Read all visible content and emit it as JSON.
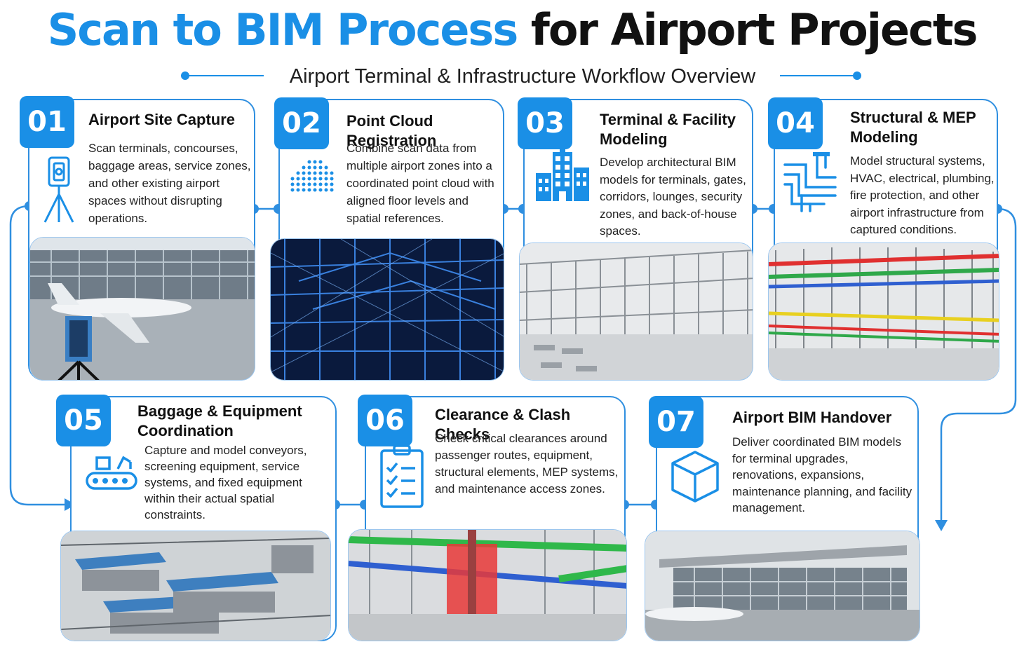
{
  "title": {
    "part1": "Scan to BIM Process",
    "part2": "for Airport Projects"
  },
  "subtitle": "Airport Terminal & Infrastructure Workflow Overview",
  "colors": {
    "accent": "#1a8fe6",
    "border": "#2f8fe0",
    "text": "#111111"
  },
  "steps": [
    {
      "number": "01",
      "title": "Airport Site Capture",
      "description": "Scan terminals, concourses, baggage areas, service zones, and other existing airport spaces without disrupting operations.",
      "icon": "laser-scanner-tripod-icon"
    },
    {
      "number": "02",
      "title": "Point Cloud Registration",
      "description": "Combine scan data from multiple airport zones into a coordinated point cloud with aligned floor levels and spatial references.",
      "icon": "point-cloud-icon"
    },
    {
      "number": "03",
      "title": "Terminal & Facility Modeling",
      "description": "Develop architectural BIM models for terminals, gates, corridors, lounges, security zones, and back-of-house spaces.",
      "icon": "building-icon"
    },
    {
      "number": "04",
      "title": "Structural & MEP Modeling",
      "description": "Model structural systems, HVAC, electrical, plumbing, fire protection, and other airport infrastructure from captured conditions.",
      "icon": "mep-piping-icon"
    },
    {
      "number": "05",
      "title": "Baggage & Equipment Coordination",
      "description": "Capture and model conveyors, screening equipment, service systems, and fixed equipment within their actual spatial constraints.",
      "icon": "conveyor-icon"
    },
    {
      "number": "06",
      "title": "Clearance & Clash Checks",
      "description": "Check critical clearances around passenger routes, equipment, structural elements, MEP systems, and maintenance access zones.",
      "icon": "checklist-icon"
    },
    {
      "number": "07",
      "title": "Airport BIM Handover",
      "description": "Deliver coordinated BIM models for terminal upgrades, renovations, expansions, maintenance planning, and facility management.",
      "icon": "cube-icon"
    }
  ]
}
